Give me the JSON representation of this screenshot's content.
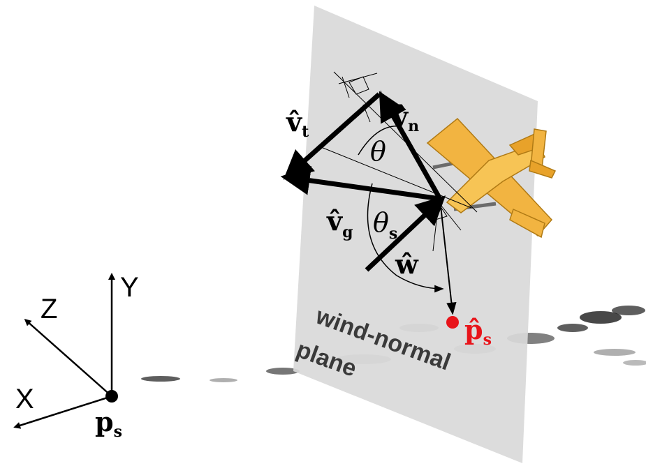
{
  "labels": {
    "v_t": {
      "sym": "v̂",
      "sub": "t"
    },
    "v_n": {
      "sym": "v̂",
      "sub": "n"
    },
    "v_g": {
      "sym": "v̂",
      "sub": "g"
    },
    "w": {
      "sym": "ŵ"
    },
    "theta": "θ",
    "theta_s": {
      "sym": "θ",
      "sub": "s"
    },
    "p_s_hat": {
      "sym": "p̂",
      "sub": "s"
    },
    "p_s": {
      "sym": "p",
      "sub": "s"
    },
    "plane_line1": "wind-normal",
    "plane_line2": "plane",
    "axis_x": "X",
    "axis_y": "Y",
    "axis_z": "Z"
  },
  "colors": {
    "plane": "#d9d9d9",
    "arrows": "#000000",
    "projected_point": "#e8141a",
    "aircraft": "#f2b441"
  }
}
